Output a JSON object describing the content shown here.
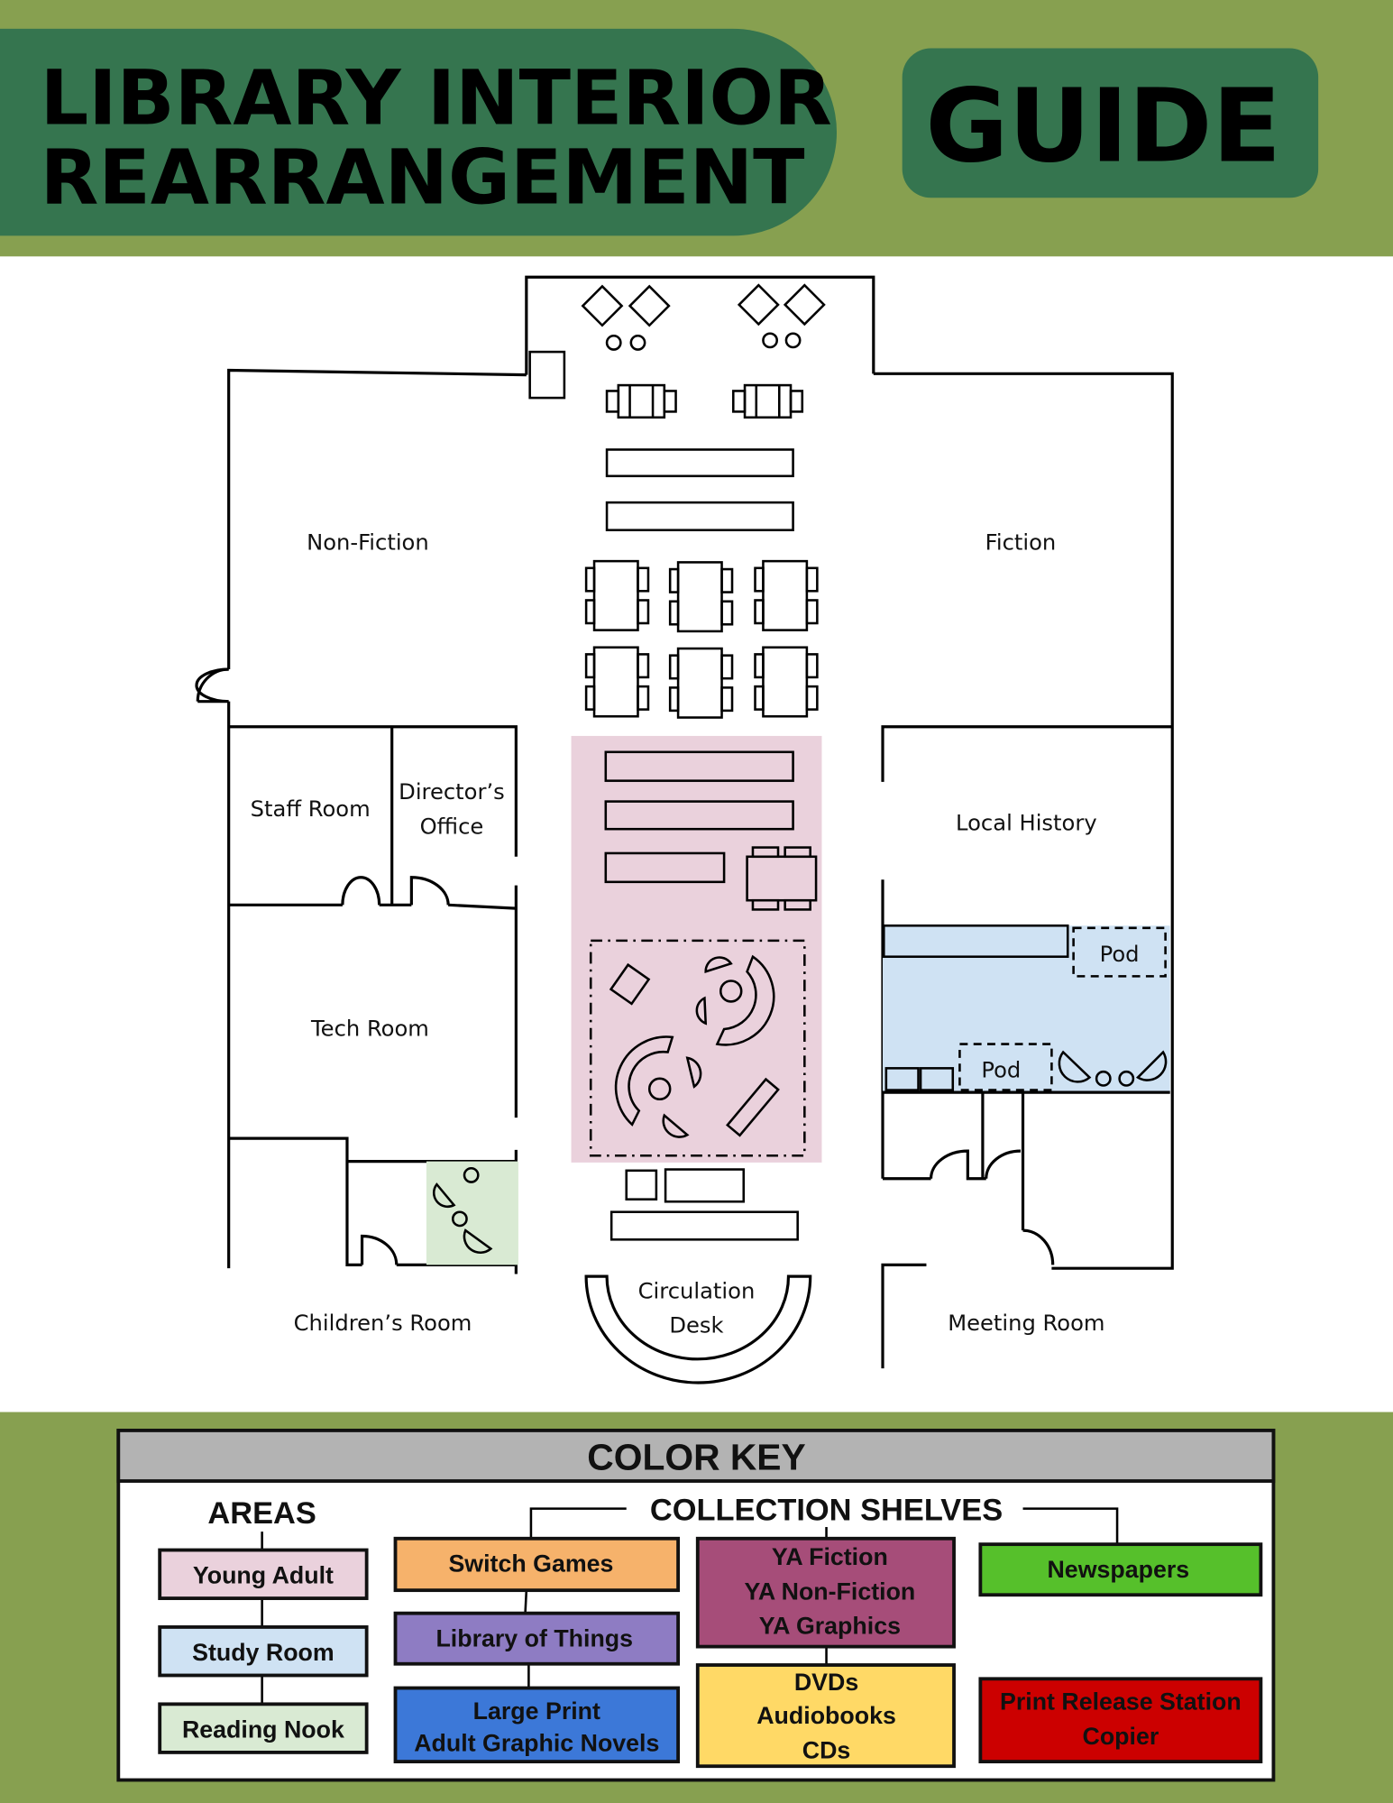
{
  "header": {
    "title_line1": "LIBRARY INTERIOR",
    "title_line2": "REARRANGEMENT",
    "badge": "GUIDE"
  },
  "colors": {
    "background_green": "#87a050",
    "dark_green": "#35754f",
    "young_adult": "#ead1dc",
    "study_room": "#cfe2f3",
    "reading_nook": "#d9ead3",
    "switch_games": "#f6b26b",
    "library_of_things": "#8e7cc3",
    "large_print": "#3c78d8",
    "ya_shelves": "#a64d79",
    "dvds": "#ffd966",
    "newspapers": "#56c02b",
    "print_release": "#cc0000"
  },
  "rooms": {
    "non_fiction": "Non-Fiction",
    "fiction": "Fiction",
    "staff_room": "Staff Room",
    "directors_office": [
      "Director’s",
      "Office"
    ],
    "local_history": "Local History",
    "tech_room": "Tech Room",
    "childrens_room": "Children’s Room",
    "circulation_desk": [
      "Circulation",
      "Desk"
    ],
    "meeting_room": "Meeting Room",
    "pod": "Pod"
  },
  "key": {
    "title": "COLOR KEY",
    "areas_title": "AREAS",
    "areas": [
      "Young Adult",
      "Study Room",
      "Reading Nook"
    ],
    "shelves_title": "COLLECTION SHELVES",
    "switch_games": "Switch Games",
    "library_of_things": "Library of Things",
    "large_print": [
      "Large Print",
      "Adult Graphic Novels"
    ],
    "ya": [
      "YA Fiction",
      "YA Non-Fiction",
      "YA Graphics"
    ],
    "dvds": [
      "DVDs",
      "Audiobooks",
      "CDs"
    ],
    "newspapers": "Newspapers",
    "print": [
      "Print Release Station",
      "Copier"
    ]
  }
}
